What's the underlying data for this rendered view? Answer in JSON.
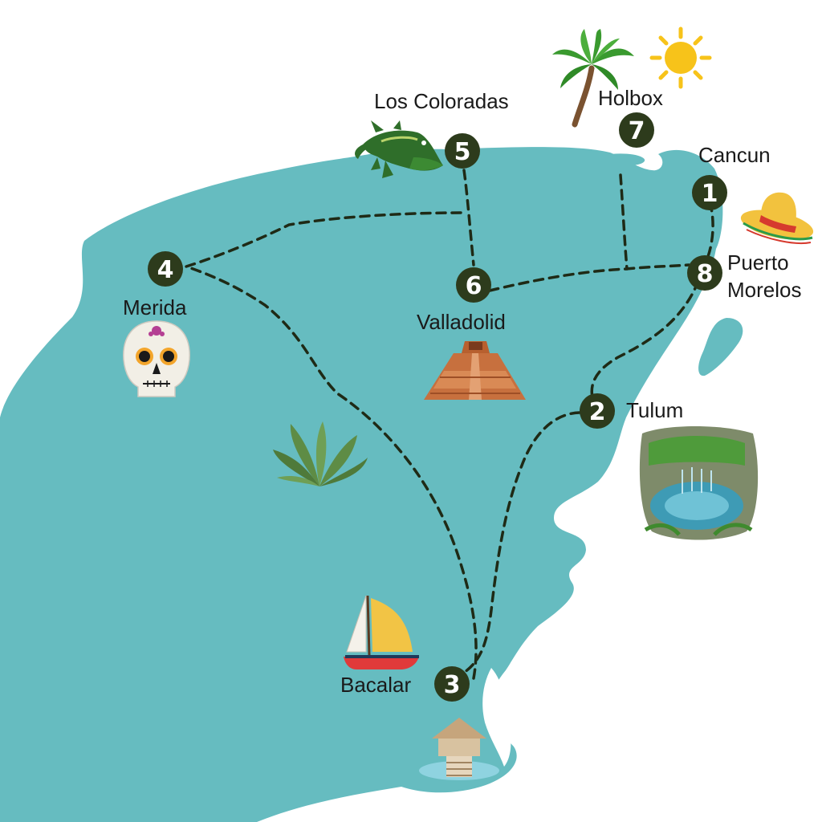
{
  "colors": {
    "land": "#66bcc0",
    "route": "#1f2a16",
    "marker": "#2d3b1c",
    "marker_text": "#ffffff",
    "label": "#1a1a1a",
    "background": "#ffffff"
  },
  "stops": [
    {
      "number": "1",
      "name": "Cancun",
      "icon": "sombrero-icon"
    },
    {
      "number": "2",
      "name": "Tulum",
      "icon": "cenote-icon"
    },
    {
      "number": "3",
      "name": "Bacalar",
      "icon": "sailboat-icon"
    },
    {
      "number": "4",
      "name": "Merida",
      "icon": "sugar-skull-icon"
    },
    {
      "number": "5",
      "name": "Los Coloradas",
      "icon": "crocodile-icon"
    },
    {
      "number": "6",
      "name": "Valladolid",
      "icon": "pyramid-icon"
    },
    {
      "number": "7",
      "name": "Holbox",
      "icon": "palm-tree-icon"
    },
    {
      "number": "8",
      "name_line1": "Puerto",
      "name_line2": "Morelos",
      "icon": ""
    }
  ],
  "decorations": [
    "sun-icon",
    "agave-icon",
    "beach-hut-icon"
  ]
}
